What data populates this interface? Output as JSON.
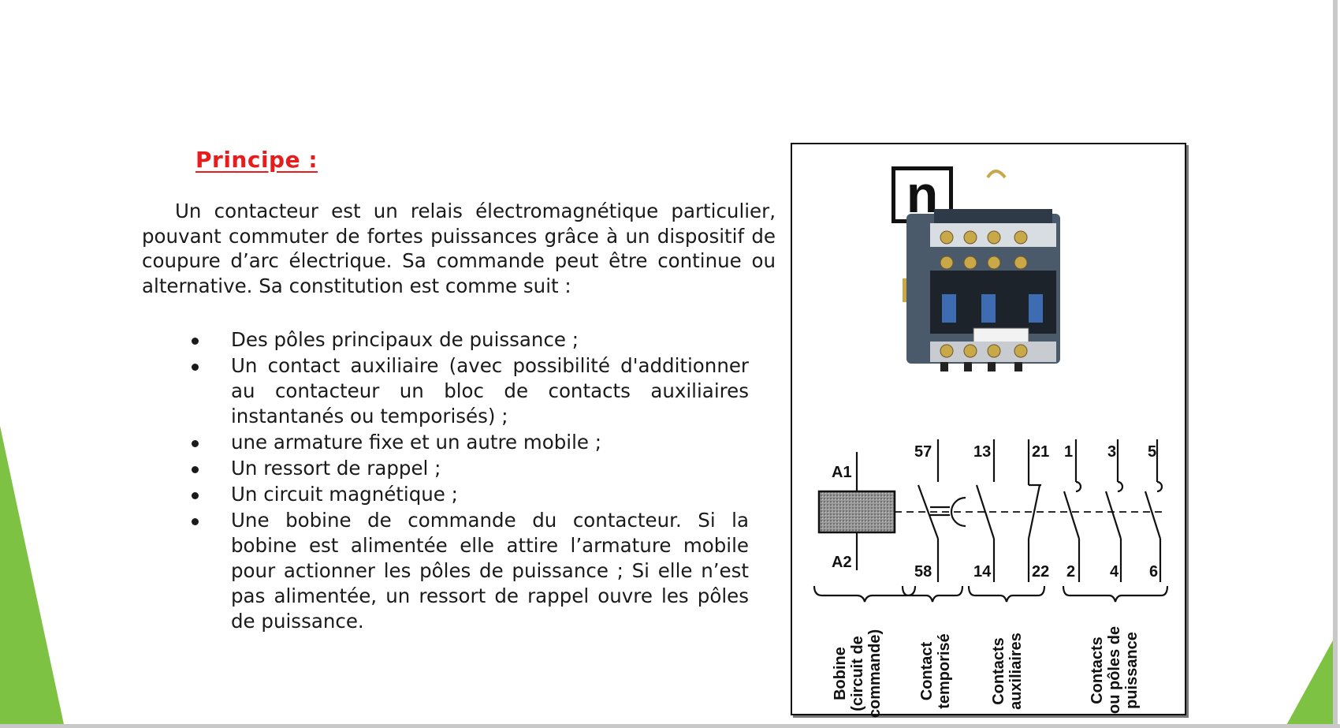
{
  "slide": {
    "title": "Principe :",
    "intro": "Un contacteur est un relais électromagnétique particulier, pouvant commuter de fortes puissances grâce à un dispositif de coupure d’arc électrique. Sa commande peut être continue ou alternative. Sa constitution est comme suit :",
    "bullets": [
      "Des pôles principaux de puissance ;",
      "Un contact auxiliaire (avec possibilité d'additionner au contacteur un bloc de contacts auxiliaires instantanés ou temporisés) ;",
      "une armature fixe et un autre mobile ;",
      "Un ressort de rappel ;",
      "Un circuit magnétique ;",
      "Une bobine de commande du contacteur. Si la bobine est alimentée elle attire l’armature mobile pour actionner les pôles de puissance ; Si elle n’est pas alimentée, un ressort de rappel ouvre les pôles de puissance."
    ]
  },
  "figure": {
    "logo_letter": "n",
    "terminals": {
      "a1": "A1",
      "a2": "A2",
      "t57": "57",
      "t58": "58",
      "t13": "13",
      "t14": "14",
      "t21": "21",
      "t22": "22",
      "t1": "1",
      "t2": "2",
      "t3": "3",
      "t4": "4",
      "t5": "5",
      "t6": "6"
    },
    "captions": {
      "coil": [
        "Bobine",
        "(circuit de",
        "commande)"
      ],
      "timed": [
        "Contact",
        "temporisé"
      ],
      "aux": [
        "Contacts",
        "auxiliaires"
      ],
      "power": [
        "Contacts",
        "ou pôles de",
        "puissance"
      ]
    }
  },
  "colors": {
    "accent": "#e81c1c",
    "triangle": "#7dc242"
  }
}
